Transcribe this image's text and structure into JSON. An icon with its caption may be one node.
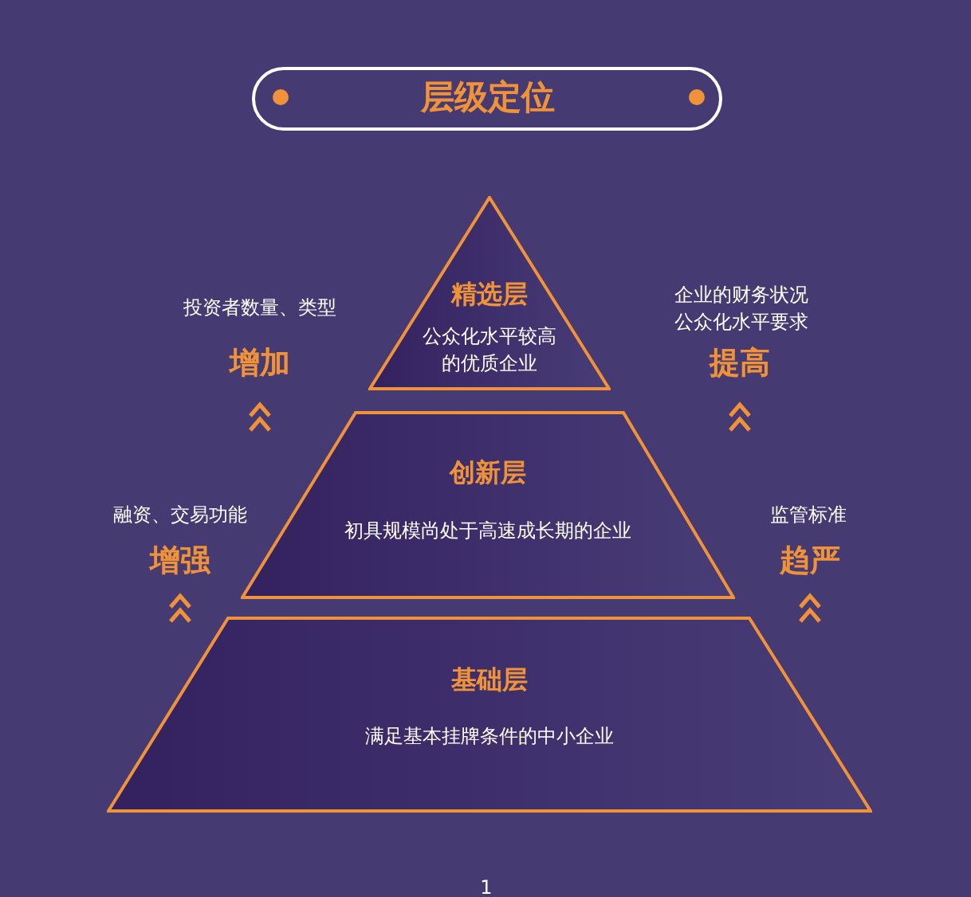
{
  "diagram": {
    "title": "层级定位",
    "nodes": [
      {
        "text": [
          "精选层",
          "公众化水平较高的优质企业"
        ]
      },
      {
        "text": [
          "创新层",
          "初具规模尚处于高速成长期的企业"
        ]
      },
      {
        "text": [
          "基础层",
          "满足基本挂牌条件的中小企业"
        ]
      }
    ],
    "edges": [],
    "labels": [
      "投资者数量、类型",
      "增加",
      "企业的财务状况公众化水平要求",
      "提高",
      "融资、交易功能",
      "增强",
      "监管标准",
      "趋严",
      "1"
    ]
  }
}
